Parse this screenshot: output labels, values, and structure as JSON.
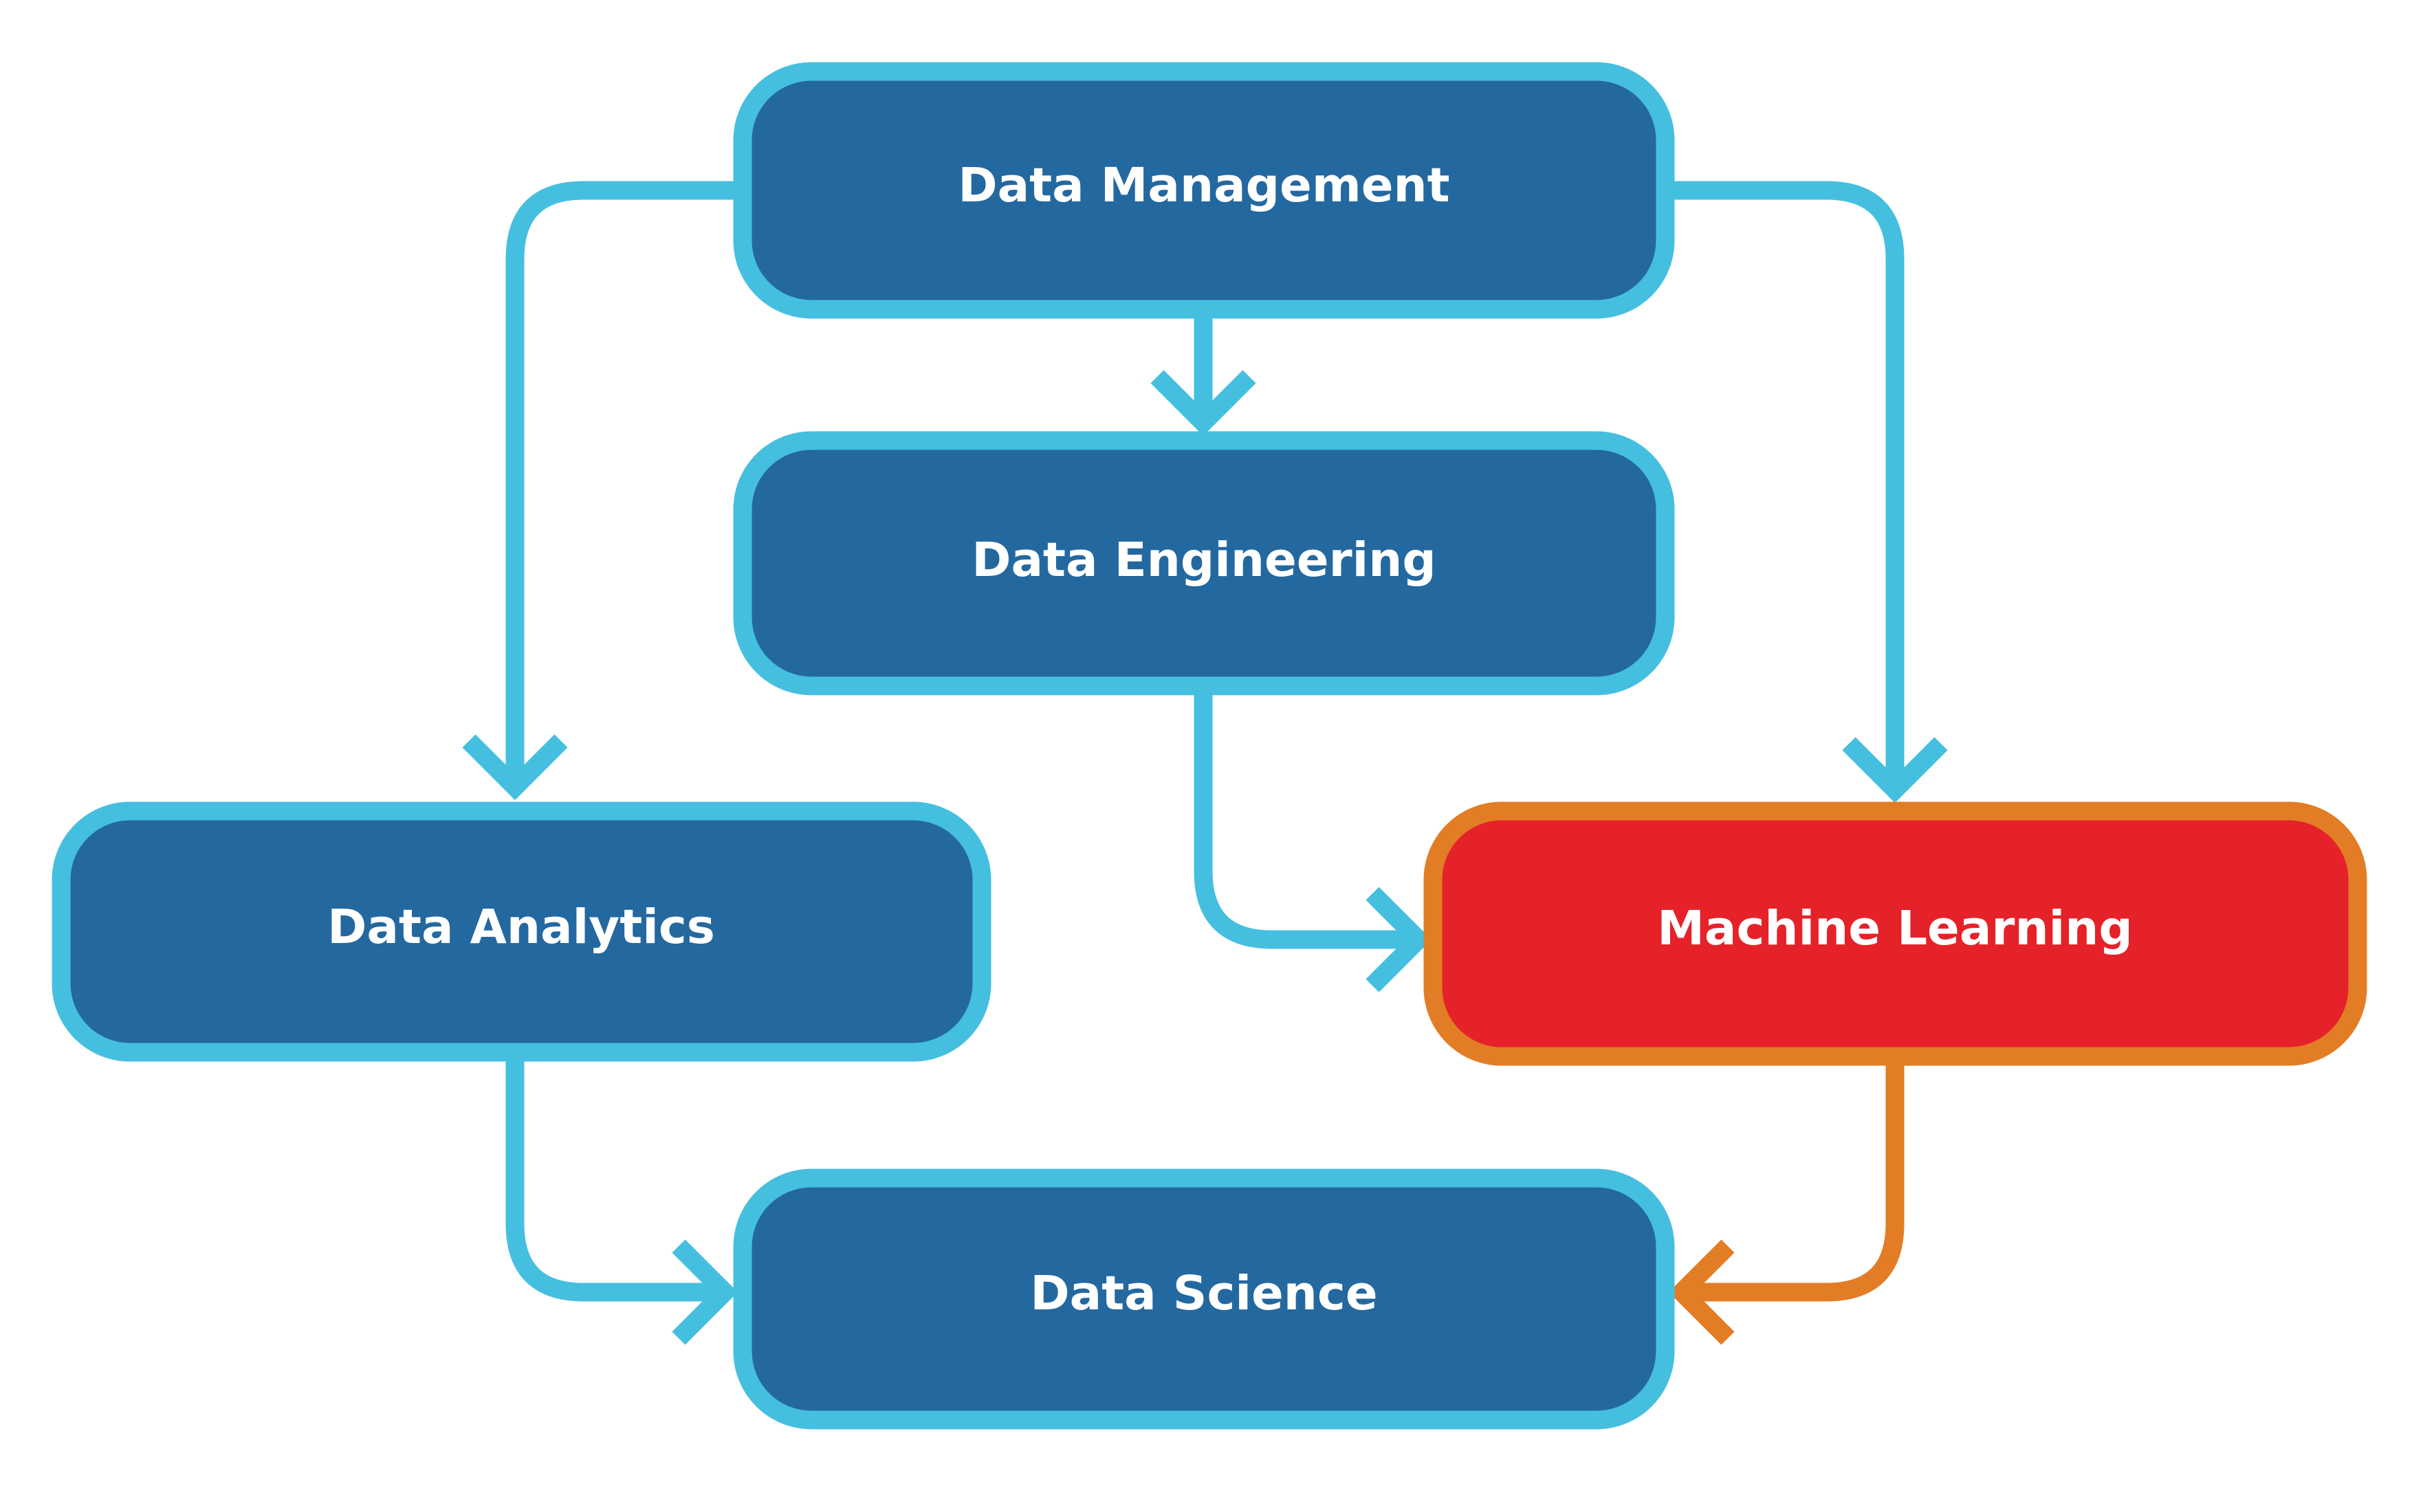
{
  "colors": {
    "node_fill": "#2468A0",
    "node_border": "#45BFDF",
    "highlight_fill": "#E52229",
    "highlight_border": "#E27D25",
    "connector": "#45BFDF",
    "highlight_connector": "#E27D25",
    "label": "#FFFFFF",
    "background": "#FFFFFF"
  },
  "nodes": {
    "data_management": {
      "label": "Data Management"
    },
    "data_engineering": {
      "label": "Data Engineering"
    },
    "data_analytics": {
      "label": "Data Analytics"
    },
    "machine_learning": {
      "label": "Machine Learning",
      "highlighted": true
    },
    "data_science": {
      "label": "Data Science"
    }
  },
  "edges": [
    {
      "from": "Data Management",
      "to": "Data Engineering"
    },
    {
      "from": "Data Management",
      "to": "Data Analytics"
    },
    {
      "from": "Data Management",
      "to": "Machine Learning"
    },
    {
      "from": "Data Engineering",
      "to": "Machine Learning"
    },
    {
      "from": "Data Analytics",
      "to": "Data Science"
    },
    {
      "from": "Machine Learning",
      "to": "Data Science",
      "highlighted": true
    }
  ]
}
